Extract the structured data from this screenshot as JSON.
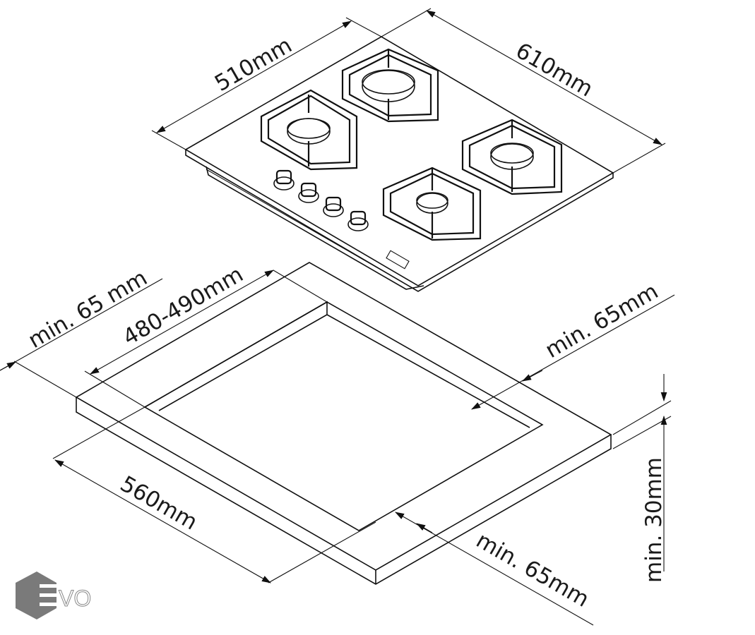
{
  "title": "Gas hob installation dimensions",
  "hob_dimensions": {
    "depth": "510mm",
    "width": "610mm"
  },
  "cutout_dimensions": {
    "back_clearance": "min. 65 mm",
    "cutout_depth": "480-490mm",
    "side_clearance_right": "min. 65mm",
    "cutout_width": "560mm",
    "front_clearance": "min. 65mm",
    "worktop_thickness": "min. 30mm"
  },
  "logo": {
    "text": "EVO"
  },
  "colors": {
    "line": "#111111",
    "logo_gray": "#7a7a7a"
  }
}
